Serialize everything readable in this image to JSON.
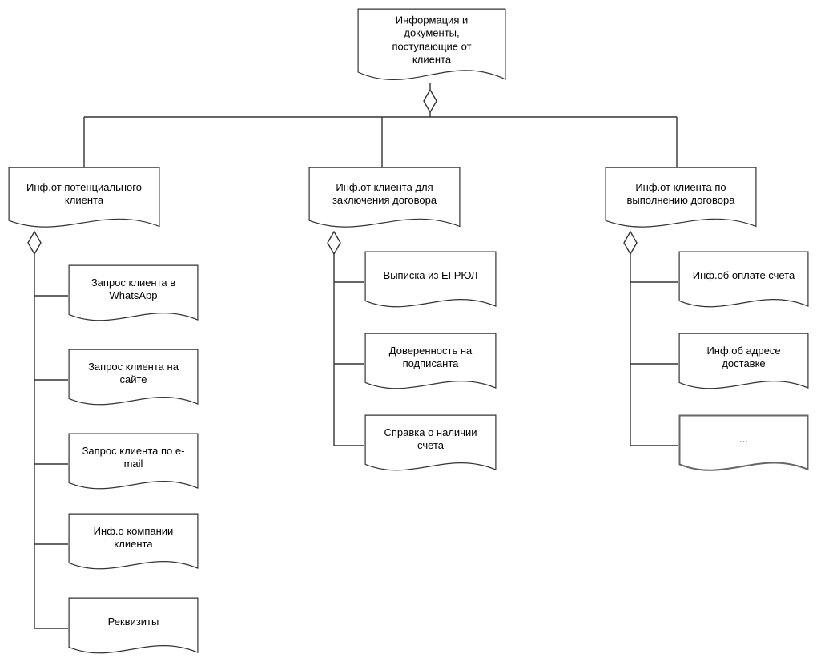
{
  "diagram": {
    "title": "Информация и документы, поступающие от клиента",
    "colors": {
      "stroke": "#333333",
      "shape_fill": "#ffffff",
      "text": "#000000",
      "muted_stroke": "#666666"
    },
    "root": {
      "label": "Информация и документы, поступающие от клиента"
    },
    "branches": [
      {
        "label": "Инф.от потенциального клиента",
        "children": [
          "Запрос клиента в WhatsApp",
          "Запрос клиента на сайте",
          "Запрос клиента по e-mail",
          "Инф.о компании клиента",
          "Реквизиты"
        ]
      },
      {
        "label": "Инф.от клиента для заключения договора",
        "children": [
          "Выписка из ЕГРЮЛ",
          "Доверенность на подписанта",
          "Справка о наличии счета"
        ]
      },
      {
        "label": "Инф.от клиента по выполнению договора",
        "children": [
          "Инф.об оплате счета",
          "Инф.об адресе доставке",
          "..."
        ]
      }
    ]
  }
}
